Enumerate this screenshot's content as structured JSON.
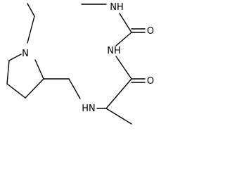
{
  "diagram": {
    "type": "chemical-structure",
    "atoms": [
      {
        "id": "n_ring",
        "label": "N"
      },
      {
        "id": "nh_amine",
        "label": "HN"
      },
      {
        "id": "nh_urea",
        "label": "NH"
      },
      {
        "id": "nh_methyl",
        "label": "NH"
      },
      {
        "id": "o_amide",
        "label": "O"
      },
      {
        "id": "o_urea",
        "label": "O"
      }
    ]
  }
}
